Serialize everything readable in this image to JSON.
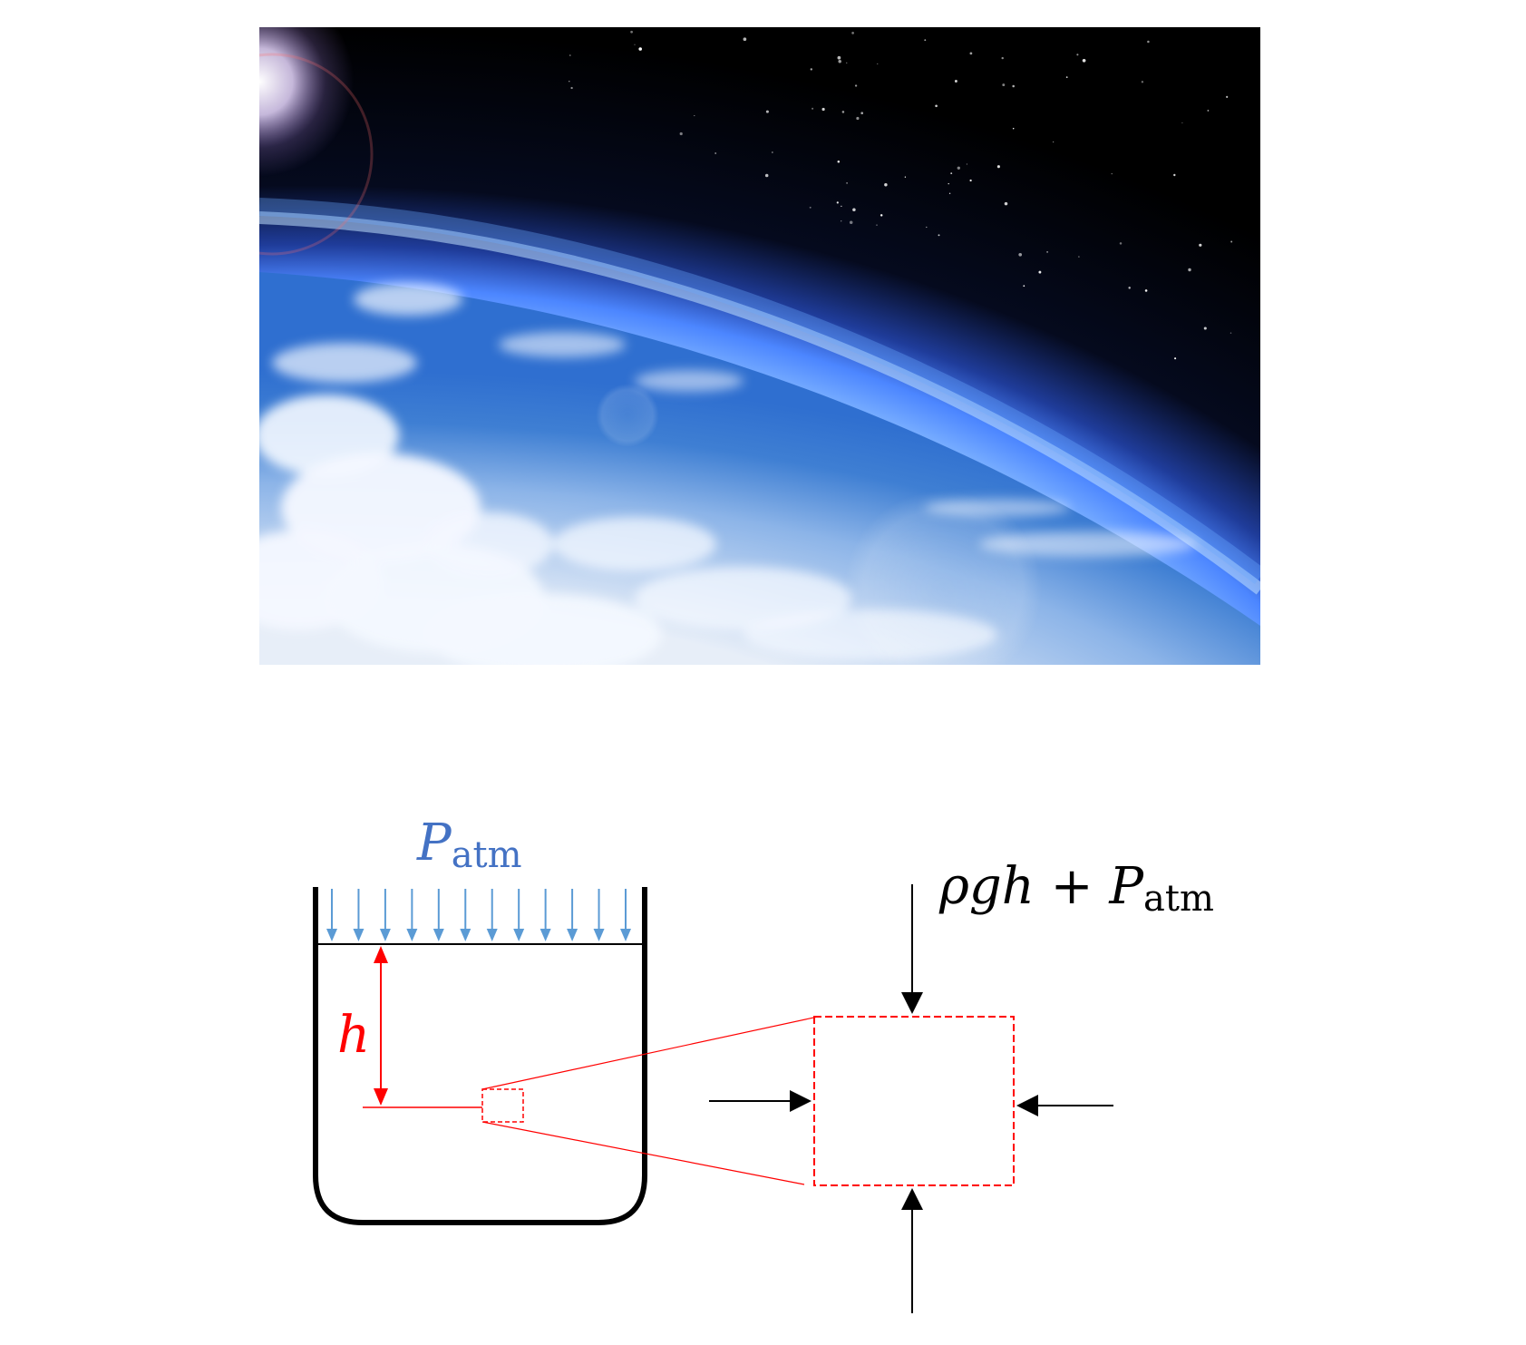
{
  "colors": {
    "background": "#ffffff",
    "space": "#000000",
    "atmosphere_blue": "#3a7bd5",
    "cloud_white": "#f2f7ff",
    "pressure_arrow_blue": "#5b9bd5",
    "label_blue": "#4472c4",
    "highlight_red": "#ff0000",
    "ink_black": "#000000"
  },
  "photo": {
    "subject": "earth-atmosphere-from-space"
  },
  "diagram": {
    "surface_pressure_label": {
      "main": "P",
      "sub": "atm"
    },
    "depth_label": "h",
    "element_pressure_label": {
      "prefix": "ρgh + ",
      "main": "P",
      "sub": "atm"
    },
    "surface_arrow_count": 12
  }
}
